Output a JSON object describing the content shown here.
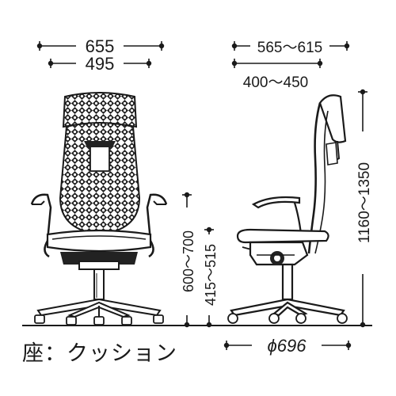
{
  "dimensions": {
    "overall_width": "655",
    "seat_width": "495",
    "overall_depth": "565〜615",
    "seat_depth": "400〜450",
    "overall_height": "1160〜1350",
    "armrest_height": "600〜700",
    "seat_height": "415〜515",
    "base_diameter": "ϕ696"
  },
  "caption": "座：クッション",
  "colors": {
    "line": "#1a1a1a",
    "background": "#ffffff"
  }
}
